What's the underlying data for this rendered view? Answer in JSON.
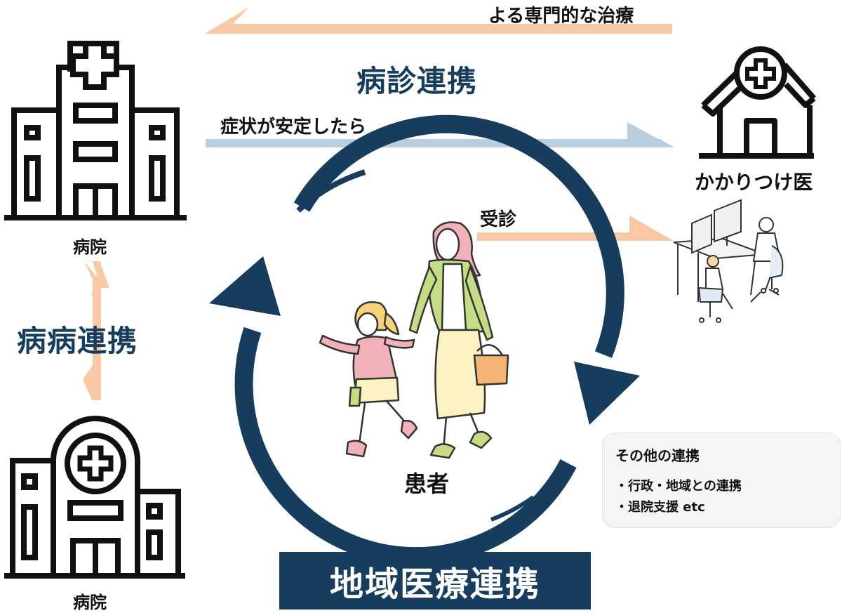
{
  "top_arrow_label": "よる専門的な治療",
  "clinic_collab_title": "病診連携",
  "stable_arrow_label": "症状が安定したら",
  "clinic_label": "かかりつけ医",
  "visit_label": "受診",
  "hospital_top_label": "病院",
  "hospital_collab_title": "病病連携",
  "hospital_bottom_label": "病院",
  "patient_label": "患者",
  "other_collab": {
    "heading": "その他の連携",
    "items": [
      "・行政・地域との連携",
      "・退院支援 etc"
    ]
  },
  "main_title": "地域医療連携",
  "colors": {
    "navy": "#163d5e",
    "peach_arrow": "#f9c9a6",
    "blue_arrow": "#b9cfe0",
    "pink_clothes": "#f0b2b8",
    "green_clothes": "#c4dd85",
    "skirt": "#fbf2c2"
  }
}
